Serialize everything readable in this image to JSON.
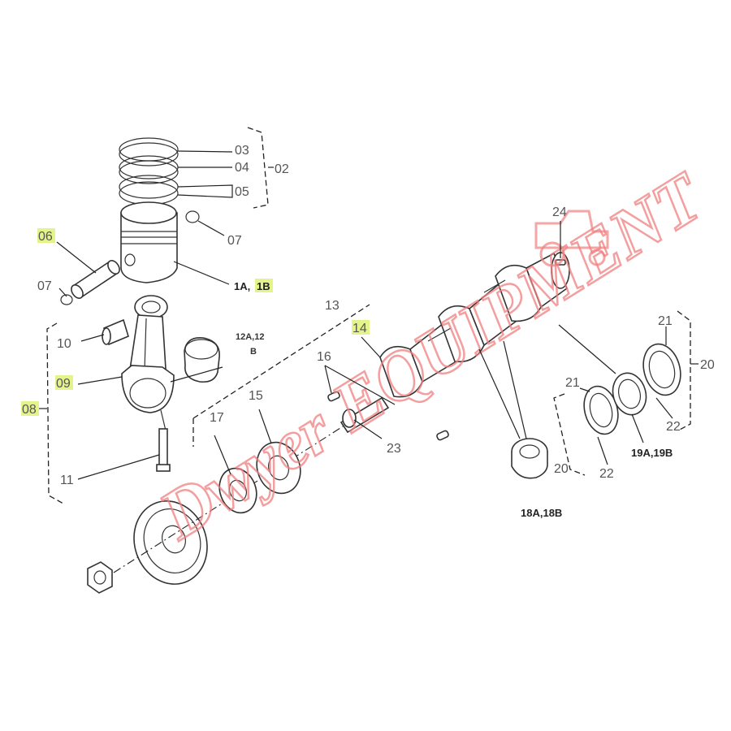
{
  "labels": {
    "p03": "03",
    "p04": "04",
    "p05": "05",
    "p02": "02",
    "p06": "06",
    "p07a": "07",
    "p07b": "07",
    "p1a": "1A,",
    "p1b": "1B",
    "p10": "10",
    "p12a": "12A,12",
    "p12b": "B",
    "p09": "09",
    "p08": "08",
    "p11": "11",
    "p13": "13",
    "p14": "14",
    "p16": "16",
    "p15": "15",
    "p17": "17",
    "p23": "23",
    "p24": "24",
    "p21a": "21",
    "p21b": "21",
    "p20a": "20",
    "p20b": "20",
    "p22a": "22",
    "p22b": "22",
    "p19": "19A,19B",
    "p18": "18A,18B"
  },
  "watermark": {
    "text": "Dwyer EQUIPMENT"
  },
  "colors": {
    "highlight": "#e4f38a",
    "watermark": "#f08080",
    "line": "#333333"
  }
}
